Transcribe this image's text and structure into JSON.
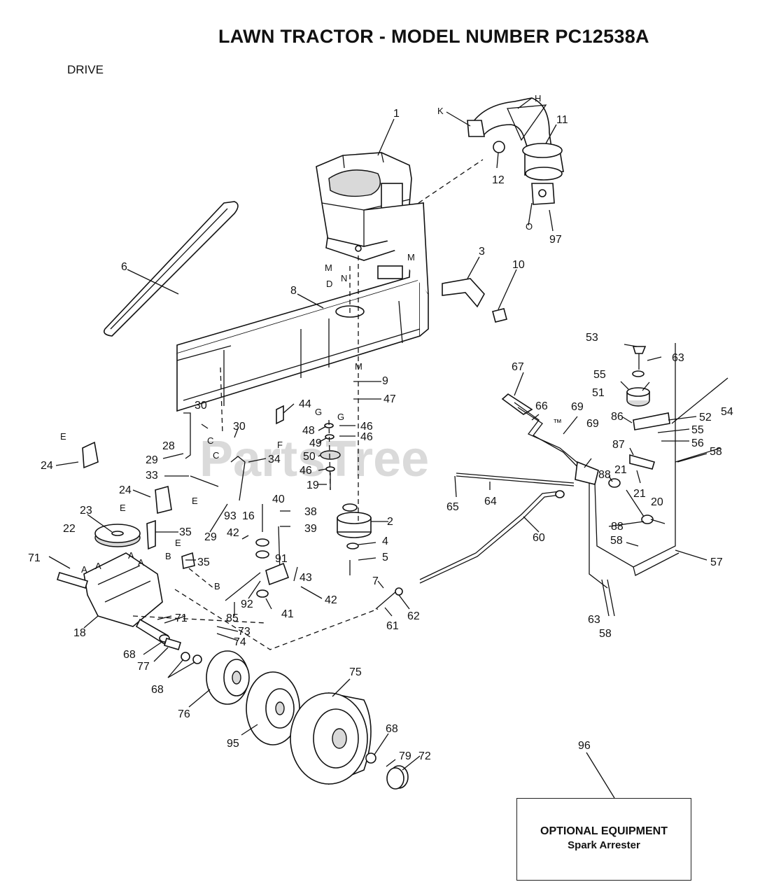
{
  "header": {
    "title": "LAWN TRACTOR - MODEL NUMBER PC12538A",
    "section": "DRIVE"
  },
  "watermark": {
    "text": "PartsTree",
    "trademark": "™"
  },
  "optional_box": {
    "title": "OPTIONAL EQUIPMENT",
    "subtitle": "Spark Arrester"
  },
  "callouts": [
    {
      "id": "c1",
      "label": "1"
    },
    {
      "id": "c2",
      "label": "2"
    },
    {
      "id": "c3",
      "label": "3"
    },
    {
      "id": "c4",
      "label": "4"
    },
    {
      "id": "c5",
      "label": "5"
    },
    {
      "id": "c6",
      "label": "6"
    },
    {
      "id": "c7",
      "label": "7"
    },
    {
      "id": "c8",
      "label": "8"
    },
    {
      "id": "c9",
      "label": "9"
    },
    {
      "id": "c10",
      "label": "10"
    },
    {
      "id": "c11",
      "label": "11"
    },
    {
      "id": "c12",
      "label": "12"
    },
    {
      "id": "c16",
      "label": "16"
    },
    {
      "id": "c18",
      "label": "18"
    },
    {
      "id": "c19",
      "label": "19"
    },
    {
      "id": "c20",
      "label": "20"
    },
    {
      "id": "c21a",
      "label": "21"
    },
    {
      "id": "c21b",
      "label": "21"
    },
    {
      "id": "c22",
      "label": "22"
    },
    {
      "id": "c23",
      "label": "23"
    },
    {
      "id": "c24a",
      "label": "24"
    },
    {
      "id": "c24b",
      "label": "24"
    },
    {
      "id": "c28",
      "label": "28"
    },
    {
      "id": "c29a",
      "label": "29"
    },
    {
      "id": "c29b",
      "label": "29"
    },
    {
      "id": "c30a",
      "label": "30"
    },
    {
      "id": "c30b",
      "label": "30"
    },
    {
      "id": "c33",
      "label": "33"
    },
    {
      "id": "c34",
      "label": "34"
    },
    {
      "id": "c35a",
      "label": "35"
    },
    {
      "id": "c35b",
      "label": "35"
    },
    {
      "id": "c38",
      "label": "38"
    },
    {
      "id": "c39",
      "label": "39"
    },
    {
      "id": "c40",
      "label": "40"
    },
    {
      "id": "c41",
      "label": "41"
    },
    {
      "id": "c42a",
      "label": "42"
    },
    {
      "id": "c42b",
      "label": "42"
    },
    {
      "id": "c43",
      "label": "43"
    },
    {
      "id": "c44",
      "label": "44"
    },
    {
      "id": "c46a",
      "label": "46"
    },
    {
      "id": "c46b",
      "label": "46"
    },
    {
      "id": "c46c",
      "label": "46"
    },
    {
      "id": "c47",
      "label": "47"
    },
    {
      "id": "c48",
      "label": "48"
    },
    {
      "id": "c49",
      "label": "49"
    },
    {
      "id": "c50",
      "label": "50"
    },
    {
      "id": "c51",
      "label": "51"
    },
    {
      "id": "c52",
      "label": "52"
    },
    {
      "id": "c53",
      "label": "53"
    },
    {
      "id": "c54",
      "label": "54"
    },
    {
      "id": "c55a",
      "label": "55"
    },
    {
      "id": "c55b",
      "label": "55"
    },
    {
      "id": "c56",
      "label": "56"
    },
    {
      "id": "c57",
      "label": "57"
    },
    {
      "id": "c58a",
      "label": "58"
    },
    {
      "id": "c58b",
      "label": "58"
    },
    {
      "id": "c58c",
      "label": "58"
    },
    {
      "id": "c60",
      "label": "60"
    },
    {
      "id": "c61",
      "label": "61"
    },
    {
      "id": "c62",
      "label": "62"
    },
    {
      "id": "c63a",
      "label": "63"
    },
    {
      "id": "c63b",
      "label": "63"
    },
    {
      "id": "c64",
      "label": "64"
    },
    {
      "id": "c65",
      "label": "65"
    },
    {
      "id": "c66",
      "label": "66"
    },
    {
      "id": "c67",
      "label": "67"
    },
    {
      "id": "c68a",
      "label": "68"
    },
    {
      "id": "c68b",
      "label": "68"
    },
    {
      "id": "c68c",
      "label": "68"
    },
    {
      "id": "c69a",
      "label": "69"
    },
    {
      "id": "c69b",
      "label": "69"
    },
    {
      "id": "c71a",
      "label": "71"
    },
    {
      "id": "c71b",
      "label": "71"
    },
    {
      "id": "c72",
      "label": "72"
    },
    {
      "id": "c73",
      "label": "73"
    },
    {
      "id": "c74",
      "label": "74"
    },
    {
      "id": "c75",
      "label": "75"
    },
    {
      "id": "c76",
      "label": "76"
    },
    {
      "id": "c77",
      "label": "77"
    },
    {
      "id": "c79",
      "label": "79"
    },
    {
      "id": "c85",
      "label": "85"
    },
    {
      "id": "c86",
      "label": "86"
    },
    {
      "id": "c87",
      "label": "87"
    },
    {
      "id": "c88a",
      "label": "88"
    },
    {
      "id": "c88b",
      "label": "88"
    },
    {
      "id": "c91",
      "label": "91"
    },
    {
      "id": "c92",
      "label": "92"
    },
    {
      "id": "c93",
      "label": "93"
    },
    {
      "id": "c95",
      "label": "95"
    },
    {
      "id": "c96",
      "label": "96"
    },
    {
      "id": "c97",
      "label": "97"
    }
  ],
  "reference_letters": [
    {
      "id": "lK",
      "label": "K"
    },
    {
      "id": "lH",
      "label": "H"
    },
    {
      "id": "lO",
      "label": "O"
    },
    {
      "id": "lM1",
      "label": "M"
    },
    {
      "id": "lM2",
      "label": "M"
    },
    {
      "id": "lM3",
      "label": "M"
    },
    {
      "id": "lN",
      "label": "N"
    },
    {
      "id": "lD",
      "label": "D"
    },
    {
      "id": "lG1",
      "label": "G"
    },
    {
      "id": "lG2",
      "label": "G"
    },
    {
      "id": "lF",
      "label": "F"
    },
    {
      "id": "lC1",
      "label": "C"
    },
    {
      "id": "lC2",
      "label": "C"
    },
    {
      "id": "lE1",
      "label": "E"
    },
    {
      "id": "lE2",
      "label": "E"
    },
    {
      "id": "lE3",
      "label": "E"
    },
    {
      "id": "lE4",
      "label": "E"
    },
    {
      "id": "lB1",
      "label": "B"
    },
    {
      "id": "lB2",
      "label": "B"
    },
    {
      "id": "lA1",
      "label": "A"
    },
    {
      "id": "lA2",
      "label": "A"
    },
    {
      "id": "lA3",
      "label": "A"
    },
    {
      "id": "lA4",
      "label": "A"
    }
  ]
}
